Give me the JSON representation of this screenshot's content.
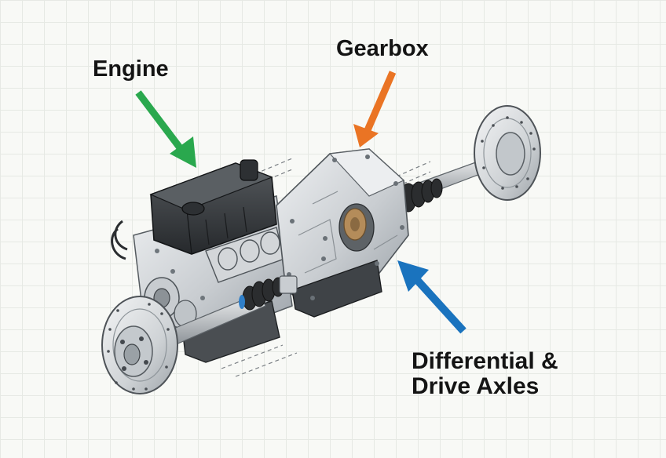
{
  "labels": {
    "engine": "Engine",
    "gearbox": "Gearbox",
    "differential_line1": "Differential &",
    "differential_line2": "Drive Axles"
  },
  "colors": {
    "engine_arrow": "#2aa84e",
    "gearbox_arrow": "#ea7424",
    "differential_arrow": "#1a73be",
    "engine_cover": "#3a3d40",
    "metal_light": "#d6d9dc",
    "metal_mid": "#b6bbc0",
    "metal_dark": "#7e858b",
    "rubber_boot": "#2b2d2f",
    "seal_ring": "#2f7fc9",
    "bronze_gear": "#b48c5a"
  }
}
